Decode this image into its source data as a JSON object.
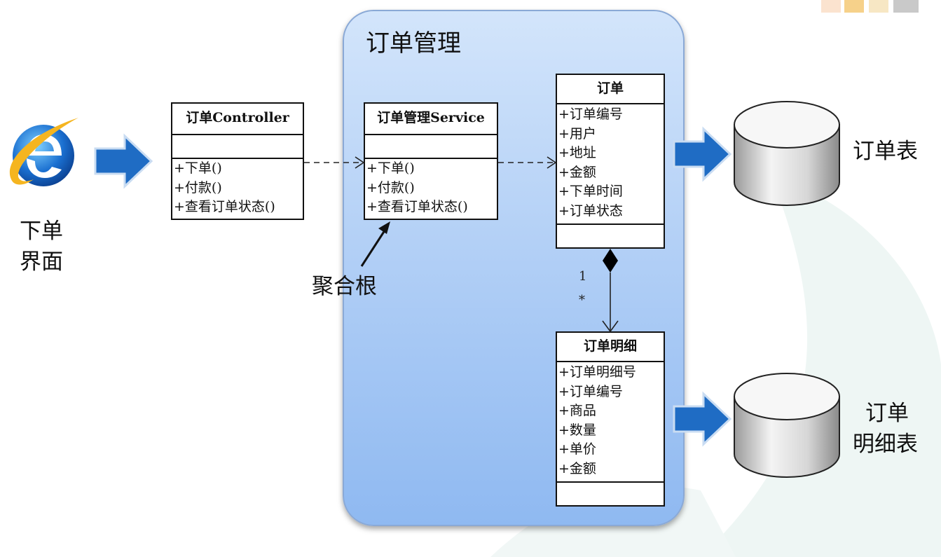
{
  "container": {
    "title": "订单管理"
  },
  "ui": {
    "label_line1": "下单",
    "label_line2": "界面"
  },
  "controller": {
    "name": "订单Controller",
    "methods": [
      "+下单()",
      "+付款()",
      "+查看订单状态()"
    ]
  },
  "service": {
    "name": "订单管理Service",
    "methods": [
      "+下单()",
      "+付款()",
      "+查看订单状态()"
    ]
  },
  "aggregate_root_label": "聚合根",
  "order": {
    "name": "订单",
    "attributes": [
      "+订单编号",
      "+用户",
      "+地址",
      "+金额",
      "+下单时间",
      "+订单状态"
    ]
  },
  "order_detail": {
    "name": "订单明细",
    "attributes": [
      "+订单明细号",
      "+订单编号",
      "+商品",
      "+数量",
      "+单价",
      "+金额"
    ]
  },
  "composition": {
    "mult_from": "1",
    "mult_to": "*"
  },
  "tables": {
    "order_table": "订单表",
    "detail_table_line1": "订单",
    "detail_table_line2": "明细表"
  },
  "colors": {
    "arrow_blue": "#1f6cc4",
    "container_top": "#d3e5fb",
    "container_bottom": "#8fb9f1"
  }
}
